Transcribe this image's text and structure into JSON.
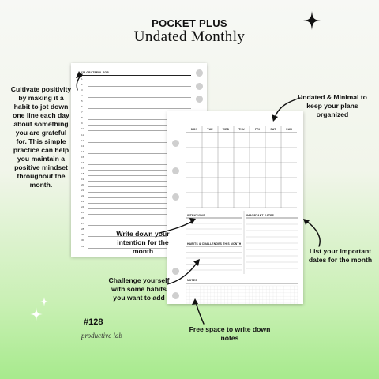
{
  "header": {
    "brand": "POCKET PLUS",
    "title": "Undated Monthly"
  },
  "gratitude_page": {
    "heading": "I'M GRATEFUL FOR",
    "line_numbers": [
      "1",
      "2",
      "3",
      "4",
      "5",
      "6",
      "7",
      "8",
      "9",
      "10",
      "11",
      "12",
      "13",
      "14",
      "15",
      "16",
      "17",
      "18",
      "19",
      "20",
      "21",
      "22",
      "23",
      "24",
      "25",
      "26",
      "27",
      "28",
      "29",
      "30",
      "31"
    ]
  },
  "monthly_page": {
    "days": [
      "MON",
      "TUE",
      "WED",
      "THU",
      "FRI",
      "SAT",
      "SUN"
    ],
    "sections": {
      "intentions": "INTENTIONS",
      "important_dates": "IMPORTANT DATES",
      "habits": "HABITS & CHALLENGES THIS MONTH",
      "notes": "NOTES"
    }
  },
  "callouts": {
    "gratitude": "Cultivate positivity by making it a habit to jot down one line each day about something you are grateful for. This simple practice can help you maintain a positive mindset throughout the month.",
    "minimal": "Undated & Minimal to keep your plans organized",
    "intention": "Write down your intention for the month",
    "dates": "List your important dates for the month",
    "habits": "Challenge yourself with some habits you want to add",
    "notes": "Free space to write down notes"
  },
  "footer": {
    "product_number": "#128",
    "logo_text": "productive lab"
  },
  "colors": {
    "text": "#111111",
    "ring": "#cfcfcf",
    "gradient_bottom": "#a7ea8d"
  }
}
